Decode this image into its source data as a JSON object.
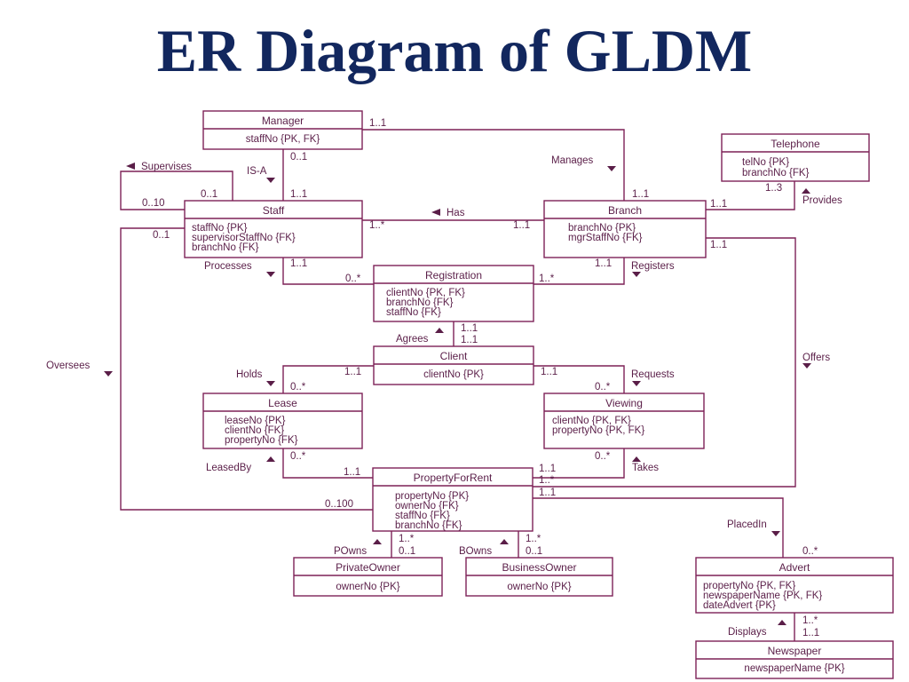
{
  "title": "ER Diagram of GLDM",
  "entities": {
    "manager": {
      "name": "Manager",
      "attrs": [
        "staffNo {PK, FK}"
      ]
    },
    "telephone": {
      "name": "Telephone",
      "attrs": [
        "telNo {PK}",
        "branchNo {FK}"
      ]
    },
    "staff": {
      "name": "Staff",
      "attrs": [
        "staffNo {PK}",
        "supervisorStaffNo {FK}",
        "branchNo {FK}"
      ]
    },
    "branch": {
      "name": "Branch",
      "attrs": [
        "branchNo {PK}",
        "mgrStaffNo {FK}"
      ]
    },
    "registration": {
      "name": "Registration",
      "attrs": [
        "clientNo {PK, FK}",
        "branchNo {FK}",
        "staffNo {FK}"
      ]
    },
    "client": {
      "name": "Client",
      "attrs": [
        "clientNo {PK}"
      ]
    },
    "lease": {
      "name": "Lease",
      "attrs": [
        "leaseNo {PK}",
        "clientNo {FK}",
        "propertyNo {FK}"
      ]
    },
    "viewing": {
      "name": "Viewing",
      "attrs": [
        "clientNo {PK, FK}",
        "propertyNo {PK, FK}"
      ]
    },
    "property": {
      "name": "PropertyForRent",
      "attrs": [
        "propertyNo {PK}",
        "ownerNo {FK}",
        "staffNo {FK}",
        "branchNo {FK}"
      ]
    },
    "privateowner": {
      "name": "PrivateOwner",
      "attrs": [
        "ownerNo {PK}"
      ]
    },
    "businessowner": {
      "name": "BusinessOwner",
      "attrs": [
        "ownerNo {PK}"
      ]
    },
    "advert": {
      "name": "Advert",
      "attrs": [
        "propertyNo {PK, FK}",
        "newspaperName {PK, FK}",
        "dateAdvert {PK}"
      ]
    },
    "newspaper": {
      "name": "Newspaper",
      "attrs": [
        "newspaperName {PK}"
      ]
    }
  },
  "relationships": {
    "supervises": "Supervises",
    "isa": "IS-A",
    "manages": "Manages",
    "provides": "Provides",
    "has": "Has",
    "processes": "Processes",
    "registers": "Registers",
    "agrees": "Agrees",
    "oversees": "Oversees",
    "offers": "Offers",
    "holds": "Holds",
    "requests": "Requests",
    "leasedby": "LeasedBy",
    "takes": "Takes",
    "placedin": "PlacedIn",
    "powns": "POwns",
    "bowns": "BOwns",
    "displays": "Displays"
  },
  "multiplicities": {
    "manager_manages": "1..1",
    "manager_isa": "0..1",
    "staff_isa": "1..1",
    "supervises_top": "0..1",
    "supervises_bottom": "0..10",
    "staff_oversees": "0..1",
    "staff_has": "1..*",
    "branch_has": "1..1",
    "branch_manages": "1..1",
    "telephone_provides": "1..3",
    "branch_provides": "1..1",
    "branch_offers": "1..1",
    "staff_processes": "1..1",
    "reg_processes": "0..*",
    "reg_registers": "1..*",
    "branch_registers": "1..1",
    "reg_agrees": "1..1",
    "client_agrees": "1..1",
    "client_holds": "1..1",
    "client_requests": "1..1",
    "lease_holds": "0..*",
    "viewing_requests": "0..*",
    "lease_leasedby": "0..*",
    "viewing_takes": "0..*",
    "prop_leasedby": "1..1",
    "prop_takes": "1..1",
    "prop_offers": "1..*",
    "prop_placedin": "1..1",
    "prop_oversees": "0..100",
    "prop_powns": "1..*",
    "po_powns": "0..1",
    "prop_bowns": "1..*",
    "bo_bowns": "0..1",
    "advert_placedin": "0..*",
    "advert_displays": "1..*",
    "newspaper_displays": "1..1"
  }
}
